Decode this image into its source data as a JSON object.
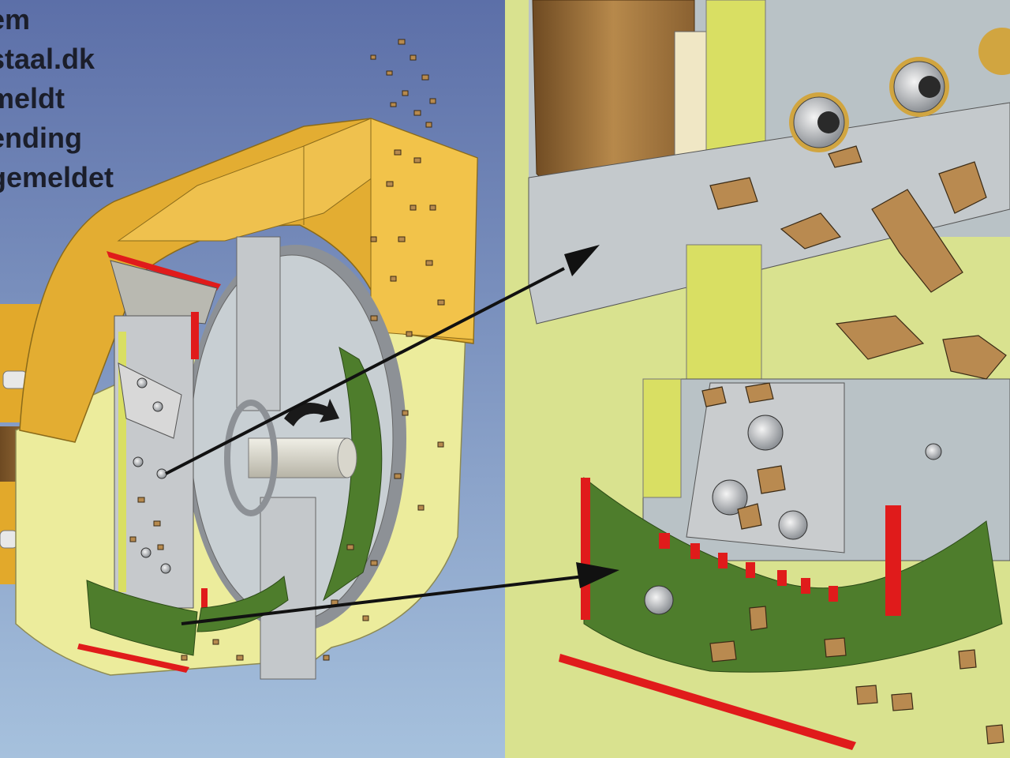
{
  "caption_lines": [
    "em",
    "staal.dk",
    "meldt",
    "ending",
    "gemeldet"
  ],
  "colors": {
    "sky_top": "#5c6fa8",
    "sky_bottom": "#a6c1dd",
    "housing_yellow": "#e3ad32",
    "housing_light": "#ecec9c",
    "wall_green": "#dfe59a",
    "steel_gray": "#bcc4c9",
    "knife_green": "#4e7d2c",
    "edge_red": "#e01b1b",
    "chip_brown": "#b78a4e",
    "arrow": "#111111"
  },
  "icons": [
    "rotation-arrow-icon",
    "pointer-arrow-upper",
    "pointer-arrow-lower"
  ]
}
